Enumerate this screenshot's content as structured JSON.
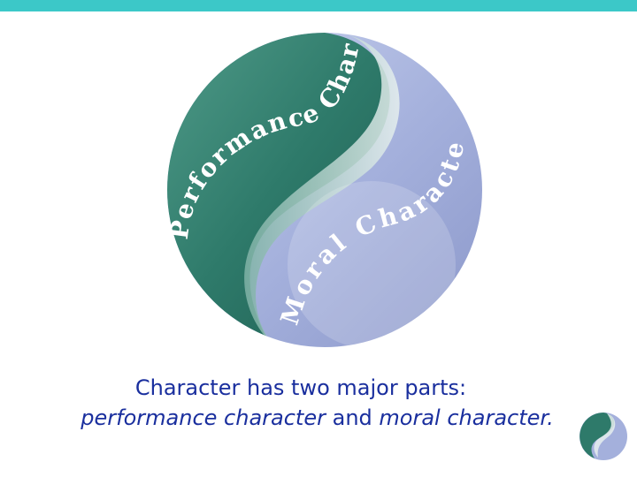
{
  "logo": {
    "performance_label": "Performance Character",
    "moral_label": "Moral Character"
  },
  "caption": {
    "line1": "Character has two major parts:",
    "line2_part1": "performance character",
    "line2_part2": " and ",
    "line2_part3": "moral character."
  },
  "colors": {
    "top_bar": "#3cc8c8",
    "caption": "#1a2f9e",
    "teal": "#2c7a6b",
    "periwinkle": "#9aa6d6"
  }
}
